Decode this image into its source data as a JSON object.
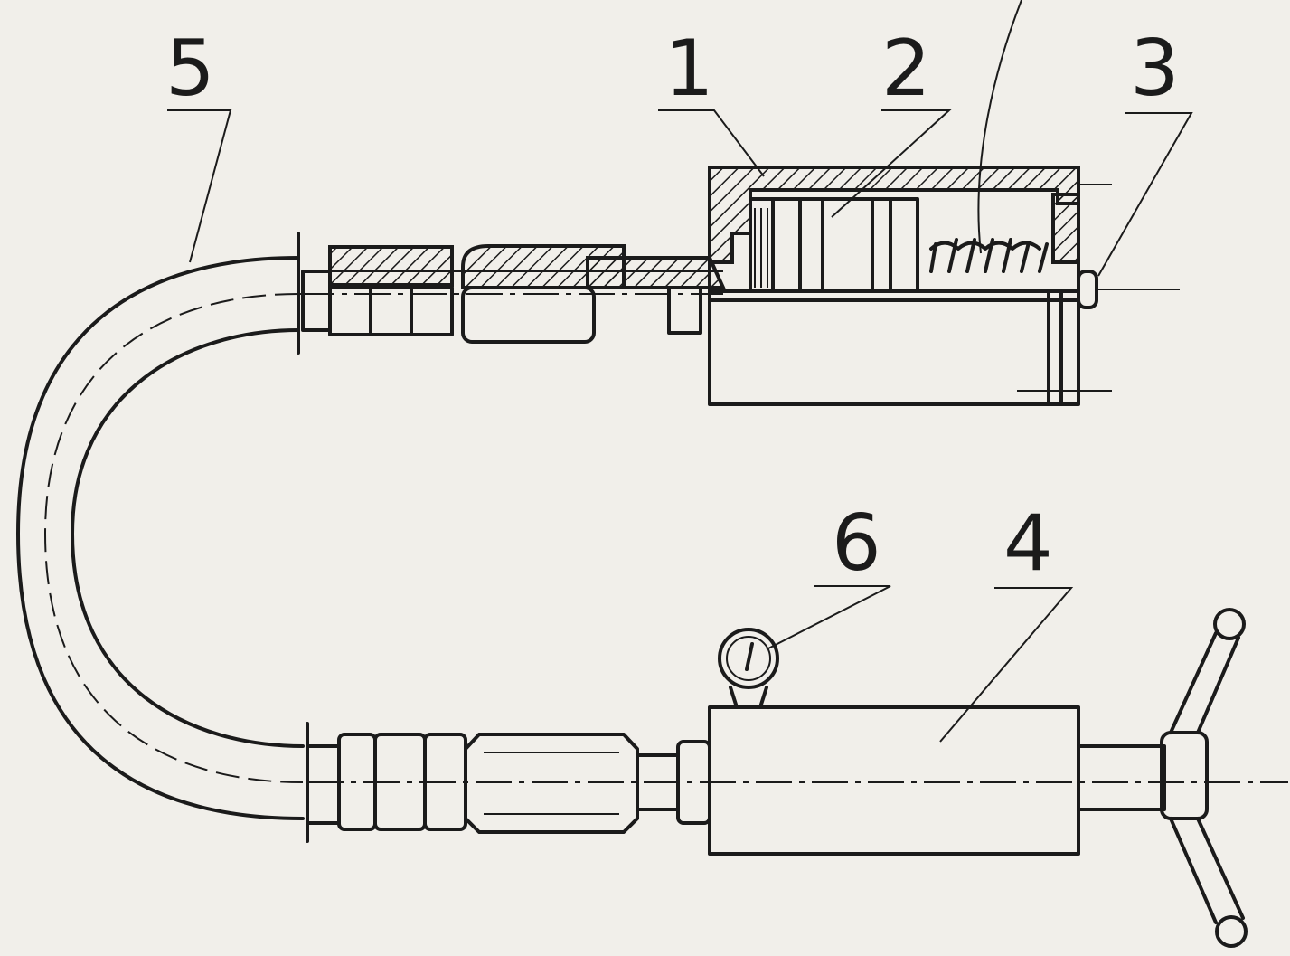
{
  "figure": {
    "callouts": [
      {
        "id": "part-1",
        "label": "1"
      },
      {
        "id": "part-2",
        "label": "2"
      },
      {
        "id": "part-3",
        "label": "3"
      },
      {
        "id": "part-4",
        "label": "4"
      },
      {
        "id": "part-5",
        "label": "5"
      },
      {
        "id": "part-6",
        "label": "6"
      }
    ]
  },
  "colors": {
    "ink": "#1b1b1b",
    "paper": "#f1efea"
  }
}
